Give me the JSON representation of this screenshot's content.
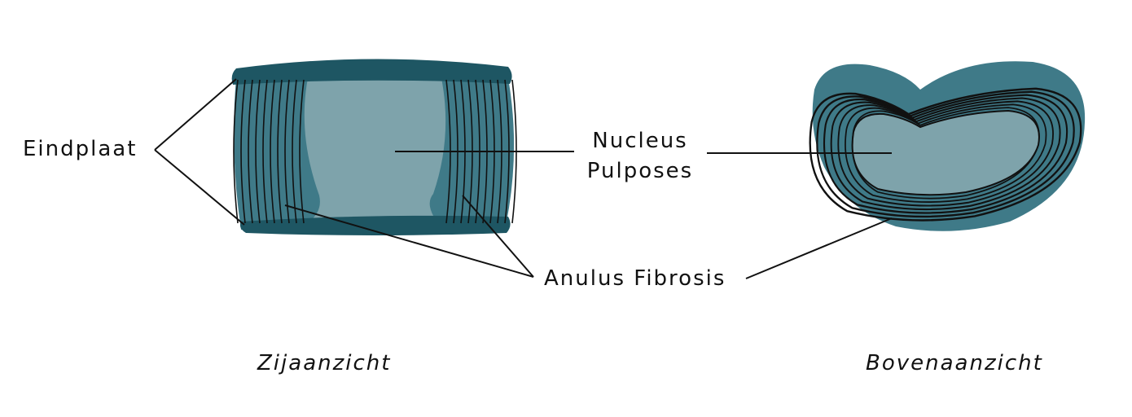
{
  "labels": {
    "endplate": "Eindplaat",
    "nucleus_line1": "Nucleus",
    "nucleus_line2": "Pulposes",
    "annulus": "Anulus Fibrosis"
  },
  "captions": {
    "side_view": "Zijaanzicht",
    "top_view": "Bovenaanzicht"
  },
  "colors": {
    "annulus_fill": "#3f7a88",
    "nucleus_fill": "#7ea3ab",
    "endplate_fill": "#1e5663",
    "line": "#111111"
  }
}
